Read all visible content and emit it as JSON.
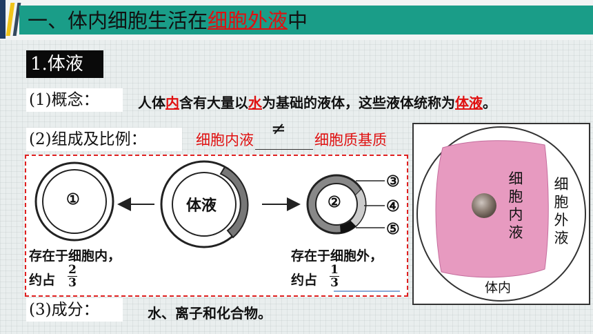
{
  "header": {
    "title_prefix": "一、体内细胞生活在",
    "title_highlight": "细胞外液",
    "title_suffix": "中"
  },
  "section": {
    "label": "1.体液"
  },
  "concept": {
    "label": "(1)概念：",
    "text_1": "人体",
    "text_2": "内",
    "text_3": "含有大量以",
    "text_4": "水",
    "text_5": "为基础的液体，这些液体统称为",
    "text_6": "体液",
    "text_7": "。"
  },
  "composition": {
    "label": "(2)组成及比例：",
    "ratio_left": "细胞内液",
    "neq": "≠",
    "ratio_right": "细胞质基质"
  },
  "diagram": {
    "center_label": "体液",
    "left_num": "①",
    "right_num": "②",
    "num_3": "③",
    "num_4": "④",
    "num_5": "⑤",
    "left_caption_1": "存在于细胞内，",
    "left_caption_2": "约占",
    "left_frac_num": "2",
    "left_frac_den": "3",
    "right_caption_1": "存在于细胞外，",
    "right_caption_2": "约占",
    "right_frac_num": "1",
    "right_frac_den": "3"
  },
  "components": {
    "label": "(3)成分：",
    "text": "水、离子和化合物。"
  },
  "cell_panel": {
    "inner_label": "细胞内液",
    "outer_label": "细胞外液",
    "bottom_label": "体内"
  },
  "colors": {
    "header_bar": "#1a9d88",
    "highlight_red": "#e01010",
    "cell_pink": "#e79ac0"
  }
}
